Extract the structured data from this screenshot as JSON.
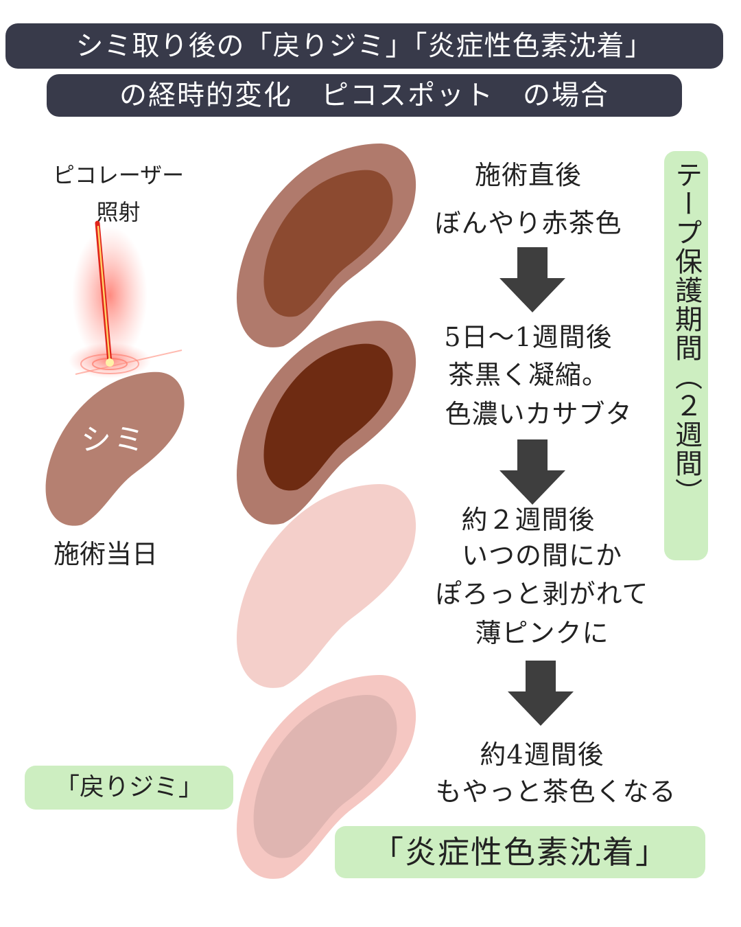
{
  "title": {
    "line1": "シミ取り後の「戻りジミ」「炎症性色素沈着」",
    "line2": "の経時的変化　ピコスポット　の場合"
  },
  "laser": {
    "label_line1": "ピコレーザー",
    "label_line2": "照射",
    "spot_label": "シミ",
    "day_label": "施術当日"
  },
  "steps": [
    {
      "lines": [
        "施術直後",
        "ぼんやり赤茶色"
      ]
    },
    {
      "lines": [
        "5日〜1週間後",
        "茶黒く凝縮。",
        "色濃いカサブタ"
      ]
    },
    {
      "lines": [
        "約２週間後",
        "いつの間にか",
        "ぽろっと剥がれて",
        "薄ピンクに"
      ]
    },
    {
      "lines": [
        "約4週間後",
        "もやっと茶色くなる"
      ]
    }
  ],
  "tape_period": "テープ保護期間（２週間）",
  "labels": {
    "modori": "「戻りジミ」",
    "pih": "「炎症性色素沈着」"
  },
  "colors": {
    "title_bg": "#383a4a",
    "green_box": "#cdeec1",
    "stage1_outer": "#b07a6c",
    "stage1_inner": "#8c4a30",
    "stage2_outer": "#b07a6c",
    "stage2_inner": "#6e2b12",
    "stage3": "#f4cfca",
    "stage4_outer": "#f5c7c2",
    "stage4_inner": "#dfb5b1",
    "spot": "#b58071",
    "arrow": "#3e3e3e"
  }
}
